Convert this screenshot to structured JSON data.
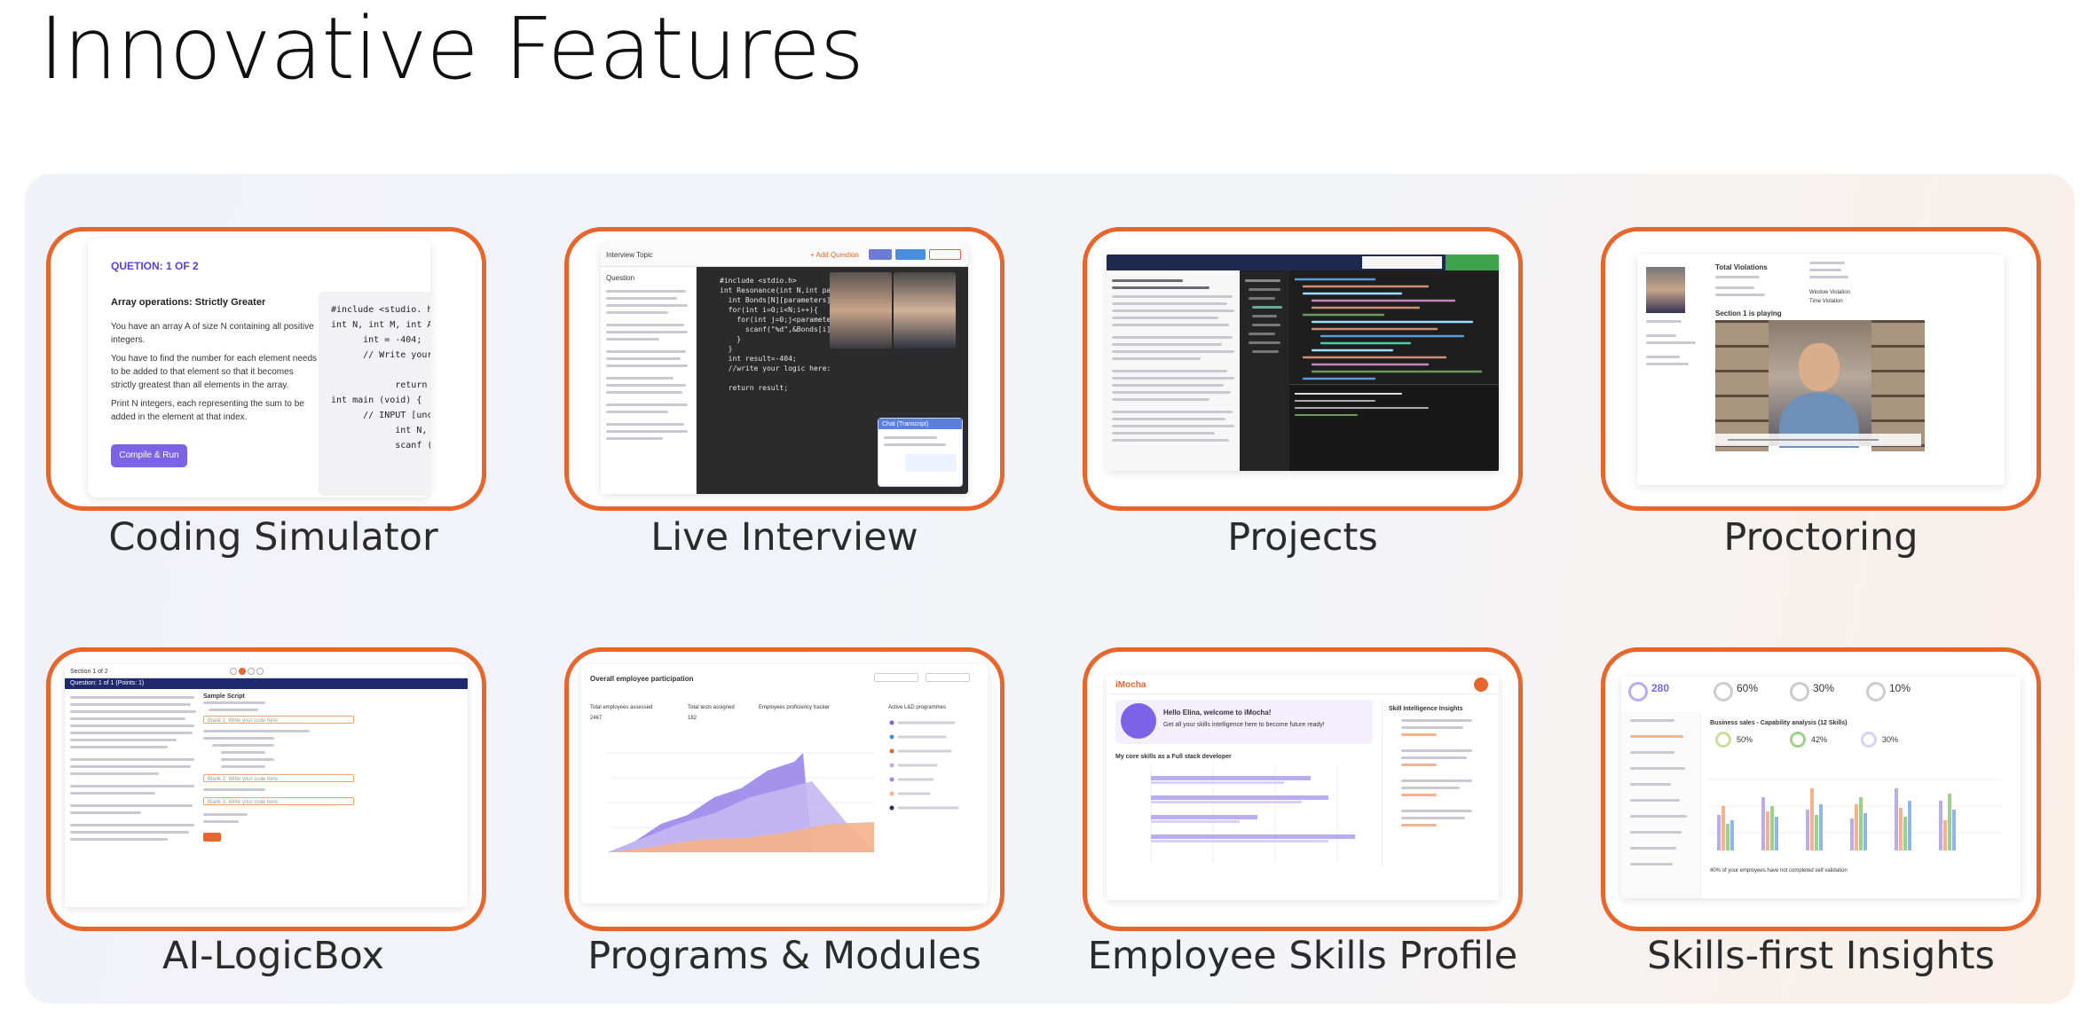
{
  "page": {
    "title": "Innovative Features"
  },
  "features": [
    {
      "label": "Coding Simulator"
    },
    {
      "label": "Live Interview"
    },
    {
      "label": "Projects"
    },
    {
      "label": "Proctoring"
    },
    {
      "label": "AI-LogicBox"
    },
    {
      "label": "Programs & Modules"
    },
    {
      "label": "Employee Skills Profile"
    },
    {
      "label": "Skills-first Insights"
    }
  ],
  "coding_simulator": {
    "question": "QUETION: 1 OF 2",
    "heading": "Array operations: Strictly Greater",
    "p1": "You have an array A of size N containing all positive integers.",
    "p2": "You have to find the number for each element needs to be added to that element so that it becomes strictly greatest than all elements in the array.",
    "p3": "Print N integers, each representing the sum to be added in the element at that index.",
    "button": "Compile & Run",
    "code": "#include <studio. h>\\\nint N, int M, int A[]) {\n      int = -404;\n      // Write your Logic\n\n            return resul\nint main (void) {\n      // INPUT [uncomm\n            int N, M;\n            scanf (\"%d \""
  },
  "live_interview": {
    "topic": "Interview Topic",
    "question": "Question",
    "add_question": "+ Add Question",
    "code": "#include <stdio.h>\nint Resonance(int N,int parameters)\n  int Bonds[N][parameters];\n  for(int i=0;i<N;i++){\n    for(int j=0;j<parameters;j++){\n      scanf(\"%d\",&Bonds[i][j]);\n    }\n  }\n  int result=-404;\n  //write your logic here:\n\n  return result;",
    "chat_title": "Chat (Transcript)"
  },
  "proctoring": {
    "total_violations": "Total Violations",
    "section": "Section 1 is playing",
    "window_violations": "Window Violation",
    "time_violation": "Time Violation"
  },
  "logicbox": {
    "section": "Section 1 of 2",
    "bar": "Question: 1 of 1 (Points: 1)",
    "sample": "Sample Script",
    "blank1": "Blank 1: Write your code here",
    "blank2": "Blank 2: Write your code here",
    "blank3": "Blank 3: Write your code here"
  },
  "programs": {
    "title": "Overall employee participation",
    "c1": "Total employees assessed",
    "c2": "Total tests assigned",
    "c3": "Employees proficiency tracker",
    "c4": "Active L&D programmes",
    "v1": "2467",
    "v2": "182"
  },
  "skills_profile": {
    "logo": "iMocha",
    "greeting": "Hello Elina, welcome to iMocha!",
    "sub": "Get all your skills intelligence here to become future ready!",
    "insights": "Skill Intelligence Insights",
    "chart_title": "My core skills as a Full stack developer"
  },
  "insights": {
    "k1": "280",
    "k2": "60%",
    "k3": "30%",
    "k4": "10%",
    "heading": "Business sales - Capability analysis (12 Skills)",
    "r1": "50%",
    "r2": "42%",
    "r3": "30%",
    "footer": "40% of your employees have not completed self validation"
  }
}
